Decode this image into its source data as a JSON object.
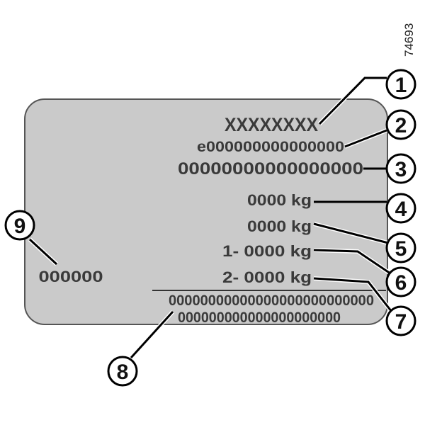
{
  "figure_ref": "74693",
  "plate": {
    "model": "XXXXXXXX",
    "type_approval": "e000000000000000",
    "vin": "00000000000000000",
    "gvw": "0000 kg",
    "gtw": "0000 kg",
    "front_axle": "1- 0000 kg",
    "rear_axle": "2- 0000 kg",
    "tech_line1": "00000000000000000000000000",
    "tech_line2": "000000000000000000000",
    "paint_code": "000000"
  },
  "callouts": [
    "1",
    "2",
    "3",
    "4",
    "5",
    "6",
    "7",
    "8",
    "9"
  ]
}
